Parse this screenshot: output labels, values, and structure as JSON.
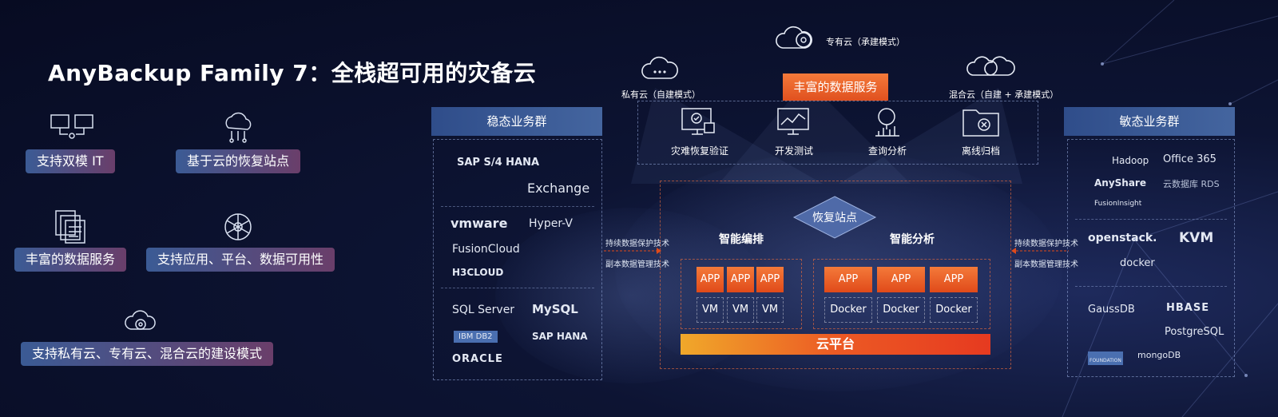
{
  "title": "AnyBackup Family 7：全栈超可用的灾备云",
  "features": [
    {
      "label": "支持双模 IT",
      "icon": "dual-monitor-icon"
    },
    {
      "label": "基于云的恢复站点",
      "icon": "cloud-network-icon"
    },
    {
      "label": "丰富的数据服务",
      "icon": "documents-icon"
    },
    {
      "label": "支持应用、平台、数据可用性",
      "icon": "brain-circuit-icon"
    },
    {
      "label": "支持私有云、专有云、混合云的建设模式",
      "icon": "cloud-gear-icon"
    }
  ],
  "clouds": {
    "private": "私有云（自建模式）",
    "dedicated": "专有云（承建模式）",
    "hybrid": "混合云（自建 + 承建模式）"
  },
  "data_services": {
    "title": "丰富的数据服务",
    "items": [
      "灾难恢复验证",
      "开发测试",
      "查询分析",
      "离线归档"
    ]
  },
  "left_panel": {
    "title": "稳态业务群",
    "groups": [
      [
        "SAP S/4 HANA",
        "Exchange"
      ],
      [
        "vmware",
        "Hyper-V",
        "FusionCloud",
        "H3CLOUD"
      ],
      [
        "SQL Server",
        "MySQL",
        "IBM DB2",
        "SAP HANA",
        "ORACLE"
      ]
    ]
  },
  "right_panel": {
    "title": "敏态业务群",
    "groups": [
      [
        "Hadoop",
        "Office 365",
        "AnyShare",
        "云数据库 RDS",
        "FusionInsight"
      ],
      [
        "openstack.",
        "KVM",
        "docker"
      ],
      [
        "GaussDB",
        "HBASE",
        "PostgreSQL",
        "FOUNDATION",
        "mongoDB"
      ]
    ]
  },
  "connectors": {
    "left": [
      "持续数据保护技术",
      "副本数据管理技术"
    ],
    "right": [
      "持续数据保护技术",
      "副本数据管理技术"
    ]
  },
  "center": {
    "recovery_site": "恢复站点",
    "orchestration": "智能编排",
    "analytics": "智能分析",
    "app_label": "APP",
    "vm_label": "VM",
    "docker_label": "Docker",
    "platform": "云平台"
  },
  "colors": {
    "accent_orange": "#f0642a",
    "panel_blue": "#3a5a96",
    "background": "#0b1230"
  }
}
